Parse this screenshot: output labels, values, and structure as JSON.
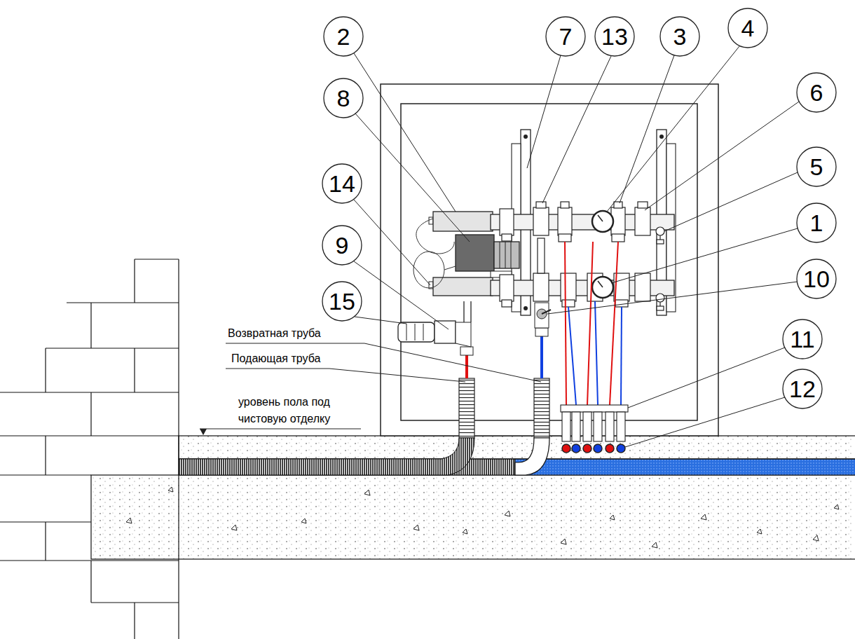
{
  "diagram": {
    "labels": [
      "2",
      "7",
      "13",
      "3",
      "4",
      "8",
      "6",
      "14",
      "5",
      "1",
      "9",
      "10",
      "15",
      "11",
      "12",
      "Возвратная труба",
      "Подающая труба",
      "уровень пола под чистовую отделку"
    ]
  }
}
